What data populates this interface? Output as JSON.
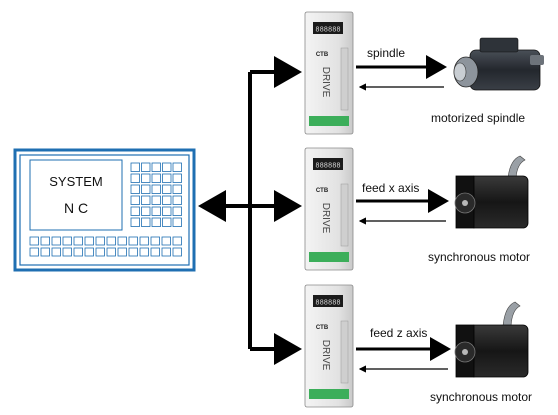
{
  "nc_system": {
    "line1": "SYSTEM",
    "line2": "N C"
  },
  "drives": [
    {
      "brand": "CTB",
      "label": "DRIVE",
      "display": "888888"
    },
    {
      "brand": "CTB",
      "label": "DRIVE",
      "display": "888888"
    },
    {
      "brand": "CTB",
      "label": "DRIVE",
      "display": "888888"
    }
  ],
  "connections": [
    {
      "signal_label": "spindle",
      "device_label": "motorized spindle"
    },
    {
      "signal_label": "feed x axis",
      "device_label": "synchronous motor"
    },
    {
      "signal_label": "feed z axis",
      "device_label": "synchronous motor"
    }
  ],
  "colors": {
    "nc_frame": "#1f6fb2",
    "arrow": "#000000",
    "motor_body": "#1a1a1a",
    "spindle_body": "#2b2f36"
  }
}
